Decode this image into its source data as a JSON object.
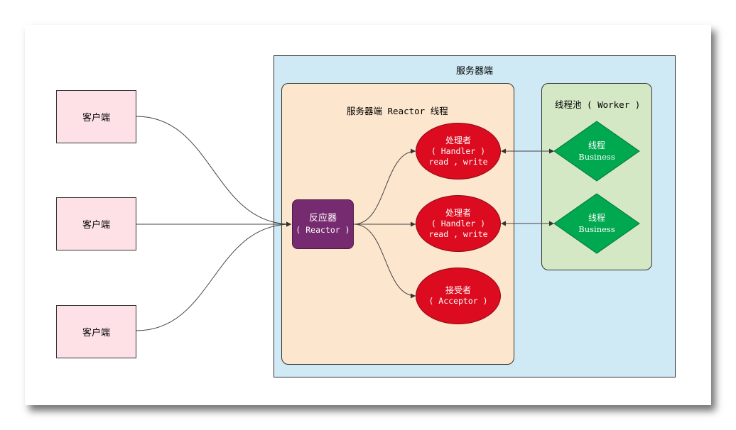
{
  "diagram": {
    "clients": [
      {
        "label": "客户端"
      },
      {
        "label": "客户端"
      },
      {
        "label": "客户端"
      }
    ],
    "server": {
      "title": "服务器端"
    },
    "reactor_thread": {
      "title": "服务器端 Reactor 线程"
    },
    "reactor": {
      "line1": "反应器",
      "line2": "( Reactor )"
    },
    "handlers": [
      {
        "line1": "处理者",
        "line2": "( Handler )",
        "line3": "read , write"
      },
      {
        "line1": "处理者",
        "line2": "( Handler )",
        "line3": "read , write"
      }
    ],
    "acceptor": {
      "line1": "接受者",
      "line2": "( Acceptor )"
    },
    "thread_pool": {
      "title": "线程池 ( Worker )"
    },
    "workers": [
      {
        "line1": "线程",
        "line2": "Business"
      },
      {
        "line1": "线程",
        "line2": "Business"
      }
    ],
    "colors": {
      "client_fill": "#fde1e6",
      "server_fill": "#cfe9f5",
      "reactor_thread_fill": "#fce6cd",
      "thread_pool_fill": "#d5e8c5",
      "reactor_fill": "#762b70",
      "handler_fill": "#dc0b1f",
      "worker_fill": "#00a84f"
    }
  }
}
